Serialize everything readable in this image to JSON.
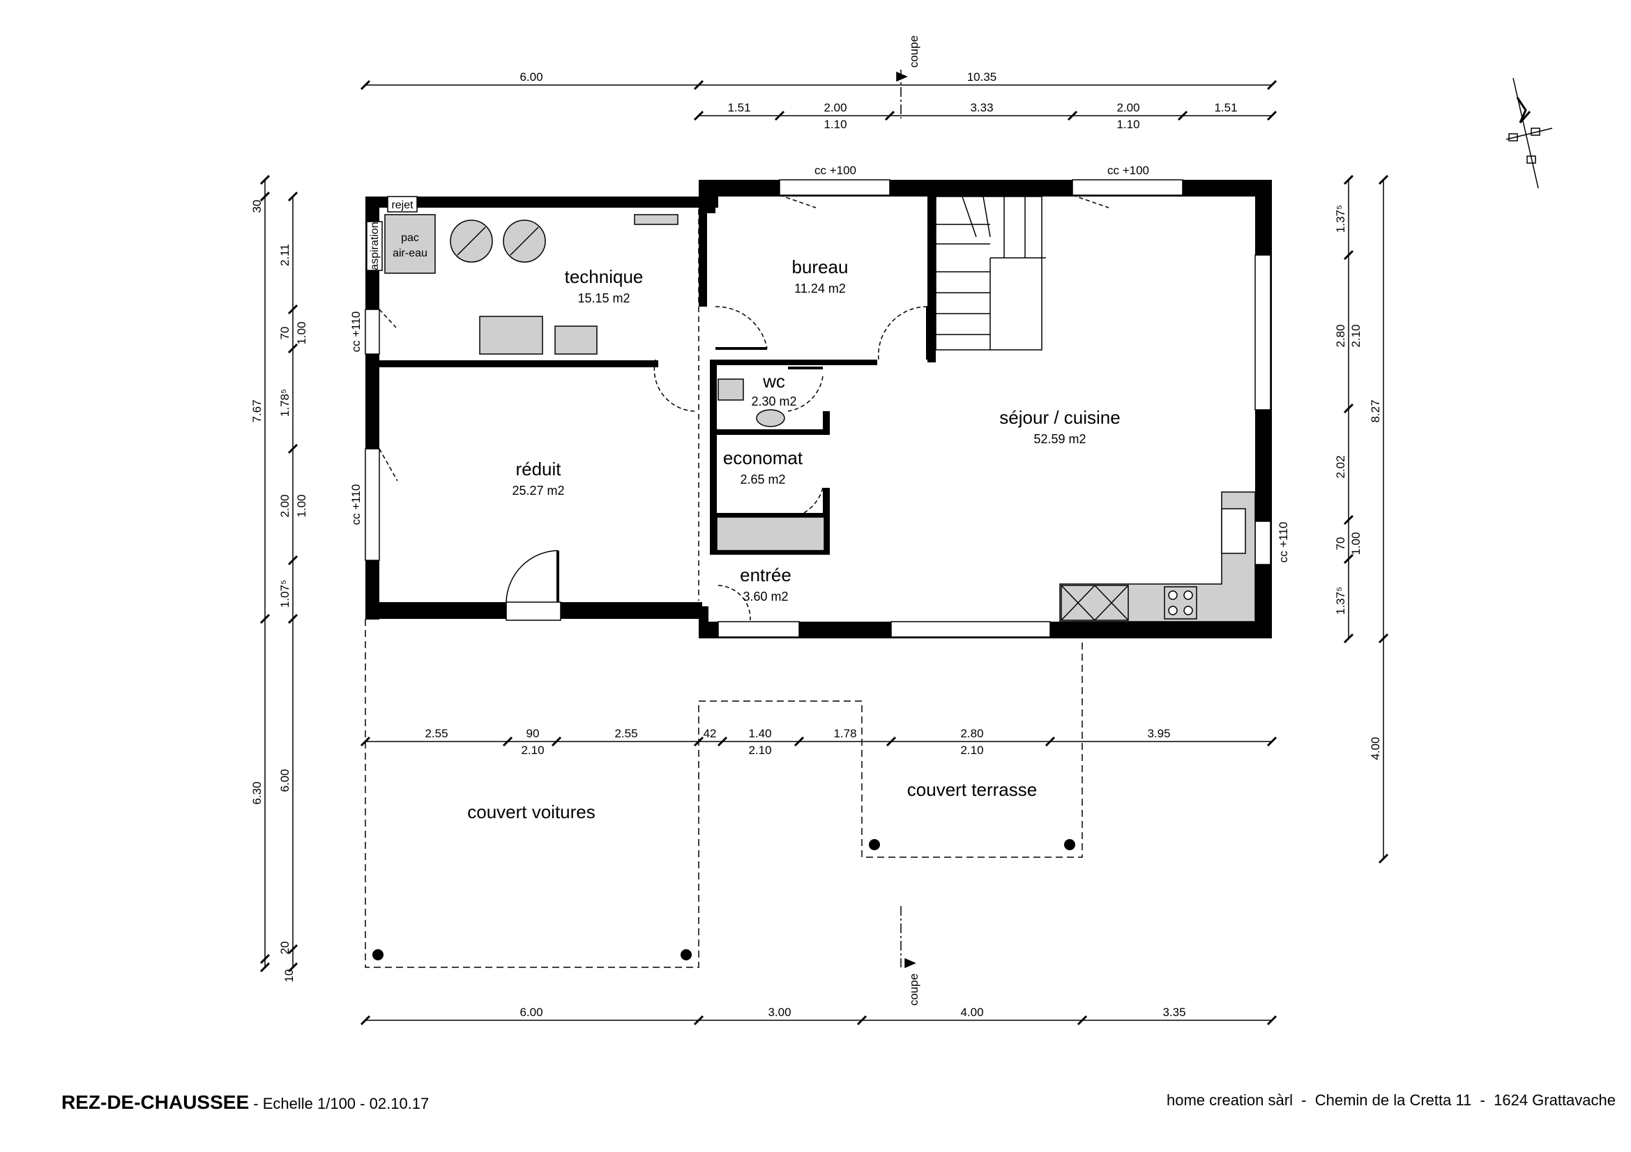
{
  "rooms": {
    "technique": {
      "name": "technique",
      "area": "15.15 m2"
    },
    "bureau": {
      "name": "bureau",
      "area": "11.24 m2"
    },
    "wc": {
      "name": "wc",
      "area": "2.30 m2"
    },
    "economat": {
      "name": "economat",
      "area": "2.65 m2"
    },
    "reduit": {
      "name": "réduit",
      "area": "25.27 m2"
    },
    "sejour": {
      "name": "séjour / cuisine",
      "area": "52.59 m2"
    },
    "entree": {
      "name": "entrée",
      "area": "3.60 m2"
    },
    "couvert_voitures": {
      "name": "couvert voitures"
    },
    "couvert_terrasse": {
      "name": "couvert terrasse"
    }
  },
  "equipment": {
    "rejet": "rejet",
    "aspiration": "aspiration",
    "pac": "pac",
    "air_eau": "air-eau"
  },
  "windows": {
    "bureau_top": "cc +100",
    "sejour_top": "cc +100",
    "tech_left": "cc +110",
    "reduit_left": "cc +110",
    "kitchen_right": "cc +110"
  },
  "section_marker": "coupe",
  "dimensions": {
    "top_overall": [
      "6.00",
      "10.35"
    ],
    "top_detail": [
      "1.51",
      "2.00",
      "1.10",
      "3.33",
      "2.00",
      "1.10",
      "1.51"
    ],
    "left_outer": [
      "30",
      "7.67",
      "6.30",
      "10"
    ],
    "left_inner": [
      "2.11",
      "70",
      "1.00",
      "1.78⁵",
      "2.00",
      "1.00",
      "1.07⁵",
      "6.00",
      "20"
    ],
    "right_inner": [
      "1.37⁵",
      "2.80",
      "2.10",
      "2.02",
      "70",
      "1.00",
      "1.37⁵"
    ],
    "right_outer": [
      "8.27",
      "4.00"
    ],
    "middle": [
      "2.55",
      "90",
      "2.10",
      "2.55",
      "42",
      "1.40",
      "2.10",
      "1.78",
      "2.80",
      "2.10",
      "3.95"
    ],
    "bottom": [
      "6.00",
      "3.00",
      "4.00",
      "3.35"
    ]
  },
  "title_block": {
    "title": "REZ-DE-CHAUSSEE",
    "sep1": "-",
    "scale": "Echelle 1/100",
    "sep2": "-",
    "date": "02.10.17",
    "company": "home creation sàrl  -  Chemin de la Cretta 11  -  1624 Grattavache"
  },
  "colors": {
    "wall": "#000000",
    "fixture_fill": "#cfcfcf",
    "line": "#000000"
  }
}
